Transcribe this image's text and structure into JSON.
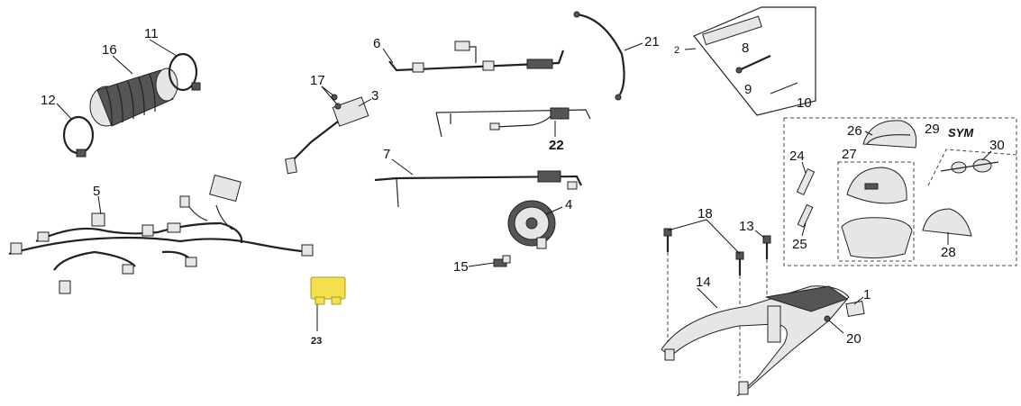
{
  "labels": {
    "p1": "1",
    "p2": "2",
    "p3": "3",
    "p4": "4",
    "p5": "5",
    "p6": "6",
    "p7": "7",
    "p8": "8",
    "p9": "9",
    "p10": "10",
    "p11": "11",
    "p12": "12",
    "p13": "13",
    "p14": "14",
    "p15": "15",
    "p16": "16",
    "p17": "17",
    "p18": "18",
    "p20": "20",
    "p21": "21",
    "p22": "22",
    "p23": "23",
    "p24": "24",
    "p25": "25",
    "p26": "26",
    "p27": "27",
    "p28": "28",
    "p29": "29",
    "p30": "30"
  },
  "brand_logo": "SYM",
  "colors": {
    "fuse": "#f4e04d",
    "ink": "#222222"
  }
}
